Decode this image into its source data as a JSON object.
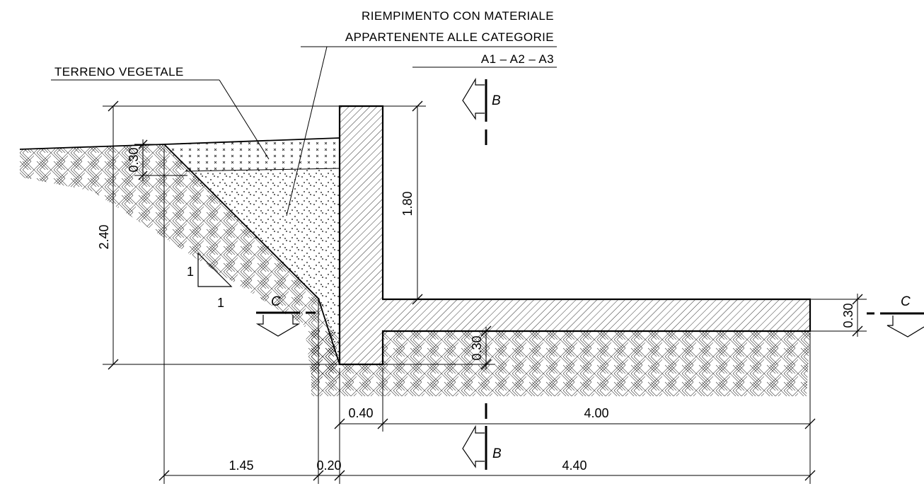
{
  "labels": {
    "terreno": "TERRENO VEGETALE",
    "riempimento_line1": "RIEMPIMENTO CON MATERIALE",
    "riempimento_line2": "APPARTENENTE ALLE CATEGORIE",
    "riempimento_line3": "A1 – A2 – A3"
  },
  "sections": {
    "B_top": "B",
    "B_bottom": "B",
    "C_left": "C",
    "C_right": "C"
  },
  "slope": {
    "rise": "1",
    "run": "1"
  },
  "dimensions": {
    "total_height": "2.40",
    "topsoil_thickness": "0.30",
    "wall_height": "1.80",
    "slab_thickness_right": "0.30",
    "slab_thickness_mid": "0.30",
    "wall_thickness": "0.40",
    "heel_length": "4.00",
    "slope_width": "1.45",
    "gap_width": "0.20",
    "total_width": "4.40"
  }
}
